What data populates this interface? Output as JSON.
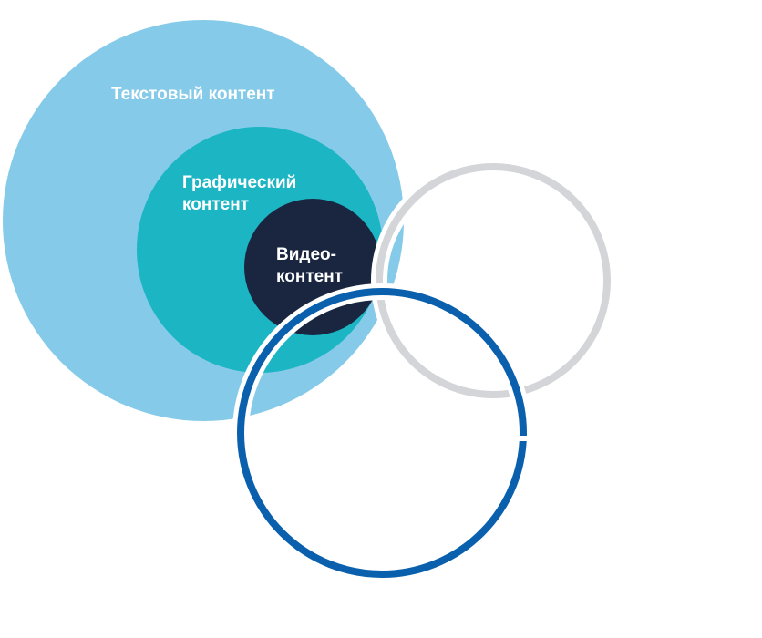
{
  "diagram": {
    "text_content": {
      "label": "Текстовый контент",
      "color": "#85cbe9"
    },
    "graphic_content": {
      "label_line1": "Графический",
      "label_line2": "контент",
      "color": "#1cb5c4"
    },
    "video_content": {
      "label_line1": "Видео-",
      "label_line2": "контент",
      "color": "#1a2640"
    },
    "grey_ring": {
      "color": "#d4d5d9"
    },
    "blue_ring": {
      "color": "#0a60ad"
    }
  }
}
